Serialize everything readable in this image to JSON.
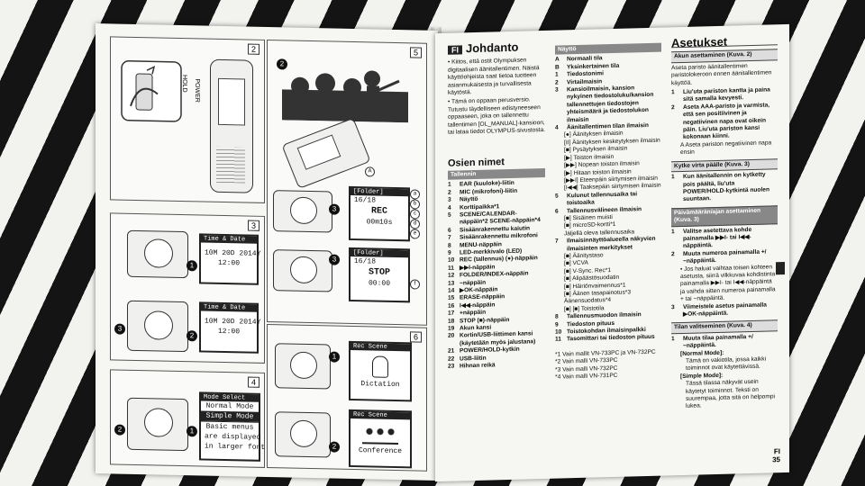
{
  "left_page": {
    "figures": [
      {
        "num": "2",
        "hold_label": "HOLD",
        "power_label": "POWER"
      },
      {
        "num": "5"
      },
      {
        "num": "3",
        "lcd1": [
          "Time & Date",
          "10M 20D 2014Y",
          "12:00"
        ],
        "lcd2": [
          "Time & Date",
          "10M 20D 2014Y",
          "12:00"
        ]
      },
      {
        "num": "4",
        "lcd": [
          "Mode Select",
          "Normal Mode",
          "Simple Mode",
          "Basic menus",
          "are displayed",
          "in larger font"
        ]
      },
      {
        "num": "6",
        "lcd1": [
          "Rec Scene",
          "Dictation"
        ],
        "lcd2": [
          "Rec Scene",
          "Conference"
        ]
      }
    ],
    "rec_lcd": {
      "folder": "[Folder]",
      "num": "16/18",
      "state": "REC",
      "time": "00m10s"
    },
    "stop_lcd": {
      "folder": "[Folder]",
      "num": "16/18",
      "state": "STOP",
      "time": "00:00"
    },
    "callouts": [
      "1",
      "2",
      "3",
      "A"
    ],
    "letters": [
      "a",
      "b",
      "c",
      "d",
      "e",
      "f"
    ]
  },
  "right_page": {
    "lang_tag": "FI",
    "col1": {
      "title": "Johdanto",
      "bullets": [
        "Kiitos, että ostit Olympuksen digitaalisen äänitallentimen. Näistä käyttöohjeista saat tietoa tuotteen asianmukaisesta ja turvallisesta käytöstä.",
        "Tämä on oppaan perusversio. Tutustu täydelliseen edistyneeseen oppaaseen, joka on tallennettu tallentimen [OL_MANUAL]-kansioon, tai lataa tiedot OLYMPUS-sivustosta."
      ],
      "section": "Osien nimet",
      "bar": "Tallennin",
      "items": [
        {
          "n": "1",
          "t": "EAR (kuuloke)-liitin"
        },
        {
          "n": "2",
          "t": "MIC (mikrofoni)-liitin"
        },
        {
          "n": "3",
          "t": "Näyttö"
        },
        {
          "n": "4",
          "t": "Korttipaikka*1"
        },
        {
          "n": "5",
          "t": "SCENE/CALENDAR-näppäin*2 SCENE-näppäin*4"
        },
        {
          "n": "6",
          "t": "Sisäänrakennettu kaiutin"
        },
        {
          "n": "7",
          "t": "Sisäänrakennettu mikrofoni"
        },
        {
          "n": "8",
          "t": "MENU-näppäin"
        },
        {
          "n": "9",
          "t": "LED-merkkivalo (LED)"
        },
        {
          "n": "10",
          "t": "REC (tallennus) (●)-näppäin"
        },
        {
          "n": "11",
          "t": "▶▶I-näppäin"
        },
        {
          "n": "12",
          "t": "FOLDER/INDEX-näppäin"
        },
        {
          "n": "13",
          "t": "−näppäin"
        },
        {
          "n": "14",
          "t": "▶OK-näppäin"
        },
        {
          "n": "15",
          "t": "ERASE-näppäin"
        },
        {
          "n": "16",
          "t": "I◀◀-näppäin"
        },
        {
          "n": "17",
          "t": "+näppäin"
        },
        {
          "n": "18",
          "t": "STOP (■)-näppäin"
        },
        {
          "n": "19",
          "t": "Akun kansi"
        },
        {
          "n": "20",
          "t": "Kortin/USB-liittimen kansi (käytetään myös jalustana)"
        },
        {
          "n": "21",
          "t": "POWER/HOLD-kytkin"
        },
        {
          "n": "22",
          "t": "USB-liitin"
        },
        {
          "n": "23",
          "t": "Hihnan reikä"
        }
      ]
    },
    "col2": {
      "bar": "Näyttö",
      "items": [
        {
          "n": "A",
          "t": "Normaali tila"
        },
        {
          "n": "B",
          "t": "Yksinkertainen tila"
        },
        {
          "n": "1",
          "t": "Tiedostonimi"
        },
        {
          "n": "2",
          "t": "Virtailmaisin"
        },
        {
          "n": "3",
          "t": "Kansioilmaisin, kansion nykyinen tiedostoluku/kansion tallennettujen tiedostojen yhteismäärä ja tiedostolukon ilmaisin"
        },
        {
          "n": "4",
          "t": "Äänitallentimen tilan ilmaisin"
        }
      ],
      "sub": [
        "[●] Äänityksen ilmaisin",
        "[II] Äänityksen keskeytyksen ilmaisin",
        "[■] Pysäytyksen ilmaisin",
        "[▶] Toiston ilmaisin",
        "[▶▶] Nopean toiston ilmaisin",
        "[▶] Hitaan toiston ilmaisin",
        "[▶▶I] Eteenpäin siirtymisen ilmaisin",
        "[I◀◀] Taaksepäin siirtymisen ilmaisin"
      ],
      "items2": [
        {
          "n": "5",
          "t": "Kulunut tallennusaika tai toistoaika"
        },
        {
          "n": "6",
          "t": "Tallennusvälineen ilmaisin"
        }
      ],
      "sub2": [
        "[■] Sisäinen muisti",
        "[■] microSD-kortti*1",
        "Jäljellä oleva tallennusaika"
      ],
      "items3": [
        {
          "n": "7",
          "t": "Ilmaisinnäyttöalueella näkyvien ilmaisinten merkitykset"
        }
      ],
      "sub3": [
        "[■] Äänitystaso",
        "[■] VCVA",
        "[■] V-Sync. Rec*1",
        "[■] Alipäästösuodatin",
        "[■] Häiriönvaimennus*1",
        "[■] Äänen tasapainotus*3 Äänensuodatus*4",
        "[■] [■] Toistotila"
      ],
      "items4": [
        {
          "n": "8",
          "t": "Tallennusmuodon ilmaisin"
        },
        {
          "n": "9",
          "t": "Tiedoston pituus"
        },
        {
          "n": "10",
          "t": "Toistokohdan ilmaisinpalkki"
        },
        {
          "n": "11",
          "t": "Tasomittari tai tiedoston pituus"
        }
      ],
      "notes": [
        "*1 Vain mallit VN-733PC ja VN-732PC",
        "*2 Vain malli VN-733PC",
        "*3 Vain malli VN-732PC",
        "*4 Vain malli VN-731PC"
      ]
    },
    "col3": {
      "title": "Asetukset",
      "sec1": "Akun asettaminen (Kuva. 2)",
      "sec1_intro": "Aseta paristo äänitallentimen paristolokeroon ennen äänitallentimen käyttöä.",
      "steps1": [
        {
          "n": "1",
          "t": "Liu'uta pariston kantta ja paina sitä samalla kevyesti."
        },
        {
          "n": "2",
          "t": "Aseta AAA-paristo ja varmista, että sen positiivinen ja negatiivinen napa ovat oikein päin. Liu'uta pariston kansi kokonaan kiinni."
        }
      ],
      "step1_note": "A Aseta pariston negatiivinen napa ensin",
      "sec2": "Kytke virta päälle (Kuva. 3)",
      "steps2": [
        {
          "n": "1",
          "t": "Kun äänitallennin on kytketty pois päältä, liu'uta POWER/HOLD-kytkintä nuolen suuntaan."
        }
      ],
      "sec3": "Päivämäärän/ajan asettaminen (Kuva. 3)",
      "steps3": [
        {
          "n": "1",
          "t": "Valitse asetettava kohde painamalla ▶▶I- tai I◀◀-näppäintä."
        },
        {
          "n": "2",
          "t": "Muuta numeroa painamalla +/−näppäintä."
        }
      ],
      "step3_note": "• Jos haluat vaihtaa toisen kohteen asetusta, siirrä vilkkuvaa kohdistinta painamalla ▶▶I- tai I◀◀-näppäintä ja vaihda sitten numeroa painamalla + tai −näppäintä.",
      "steps3b": [
        {
          "n": "3",
          "t": "Viimeistele asetus painamalla ▶OK-näppäintä."
        }
      ],
      "sec4": "Tilan valitseminen (Kuva. 4)",
      "steps4": [
        {
          "n": "1",
          "t": "Muuta tilaa painamalla +/−näppäintä."
        }
      ],
      "mode1_title": "[Normal Mode]:",
      "mode1_text": "Tämä on vakiotila, jossa kaikki toiminnot ovat käytettävissä.",
      "mode2_title": "[Simple Mode]:",
      "mode2_text": "Tässä tilassa näkyvät usein käytetyt toiminnot. Teksti on suurempaa, jotta sitä on helpompi lukea."
    },
    "page_lang": "FI",
    "page_number": "35"
  }
}
